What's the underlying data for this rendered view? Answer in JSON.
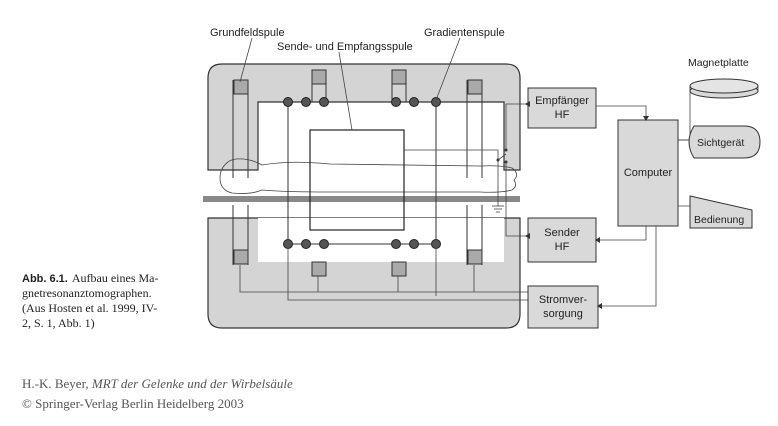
{
  "labels": {
    "grundfeldspule": "Grundfeldspule",
    "sende_empfangsspule": "Sende- und Empfangsspule",
    "gradientenspule": "Gradientenspule",
    "magnetplatte": "Magnetplatte",
    "empfaenger_line1": "Empfänger",
    "empfaenger_line2": "HF",
    "computer": "Computer",
    "sichtgeraet": "Sichtgerät",
    "bedienung": "Bedienung",
    "sender_line1": "Sender",
    "sender_line2": "HF",
    "stromversorgung_line1": "Stromver-",
    "stromversorgung_line2": "sorgung"
  },
  "caption": {
    "label": "Abb. 6.1.",
    "line1": "Aufbau eines Ma-",
    "line2": "gnetresonanztomographen.",
    "line3": "(Aus Hosten et al. 1999, IV-",
    "line4": "2, S. 1, Abb. 1)"
  },
  "footer": {
    "author": "H.-K. Beyer, ",
    "title": "MRT der Gelenke und der Wirbelsäule",
    "copyright": "© Springer-Verlag Berlin Heidelberg 2003"
  },
  "colors": {
    "magnet_fill": "#d4d4d4",
    "box_fill": "#d9d9d9",
    "table": "#888888",
    "footer_text": "#555555"
  }
}
